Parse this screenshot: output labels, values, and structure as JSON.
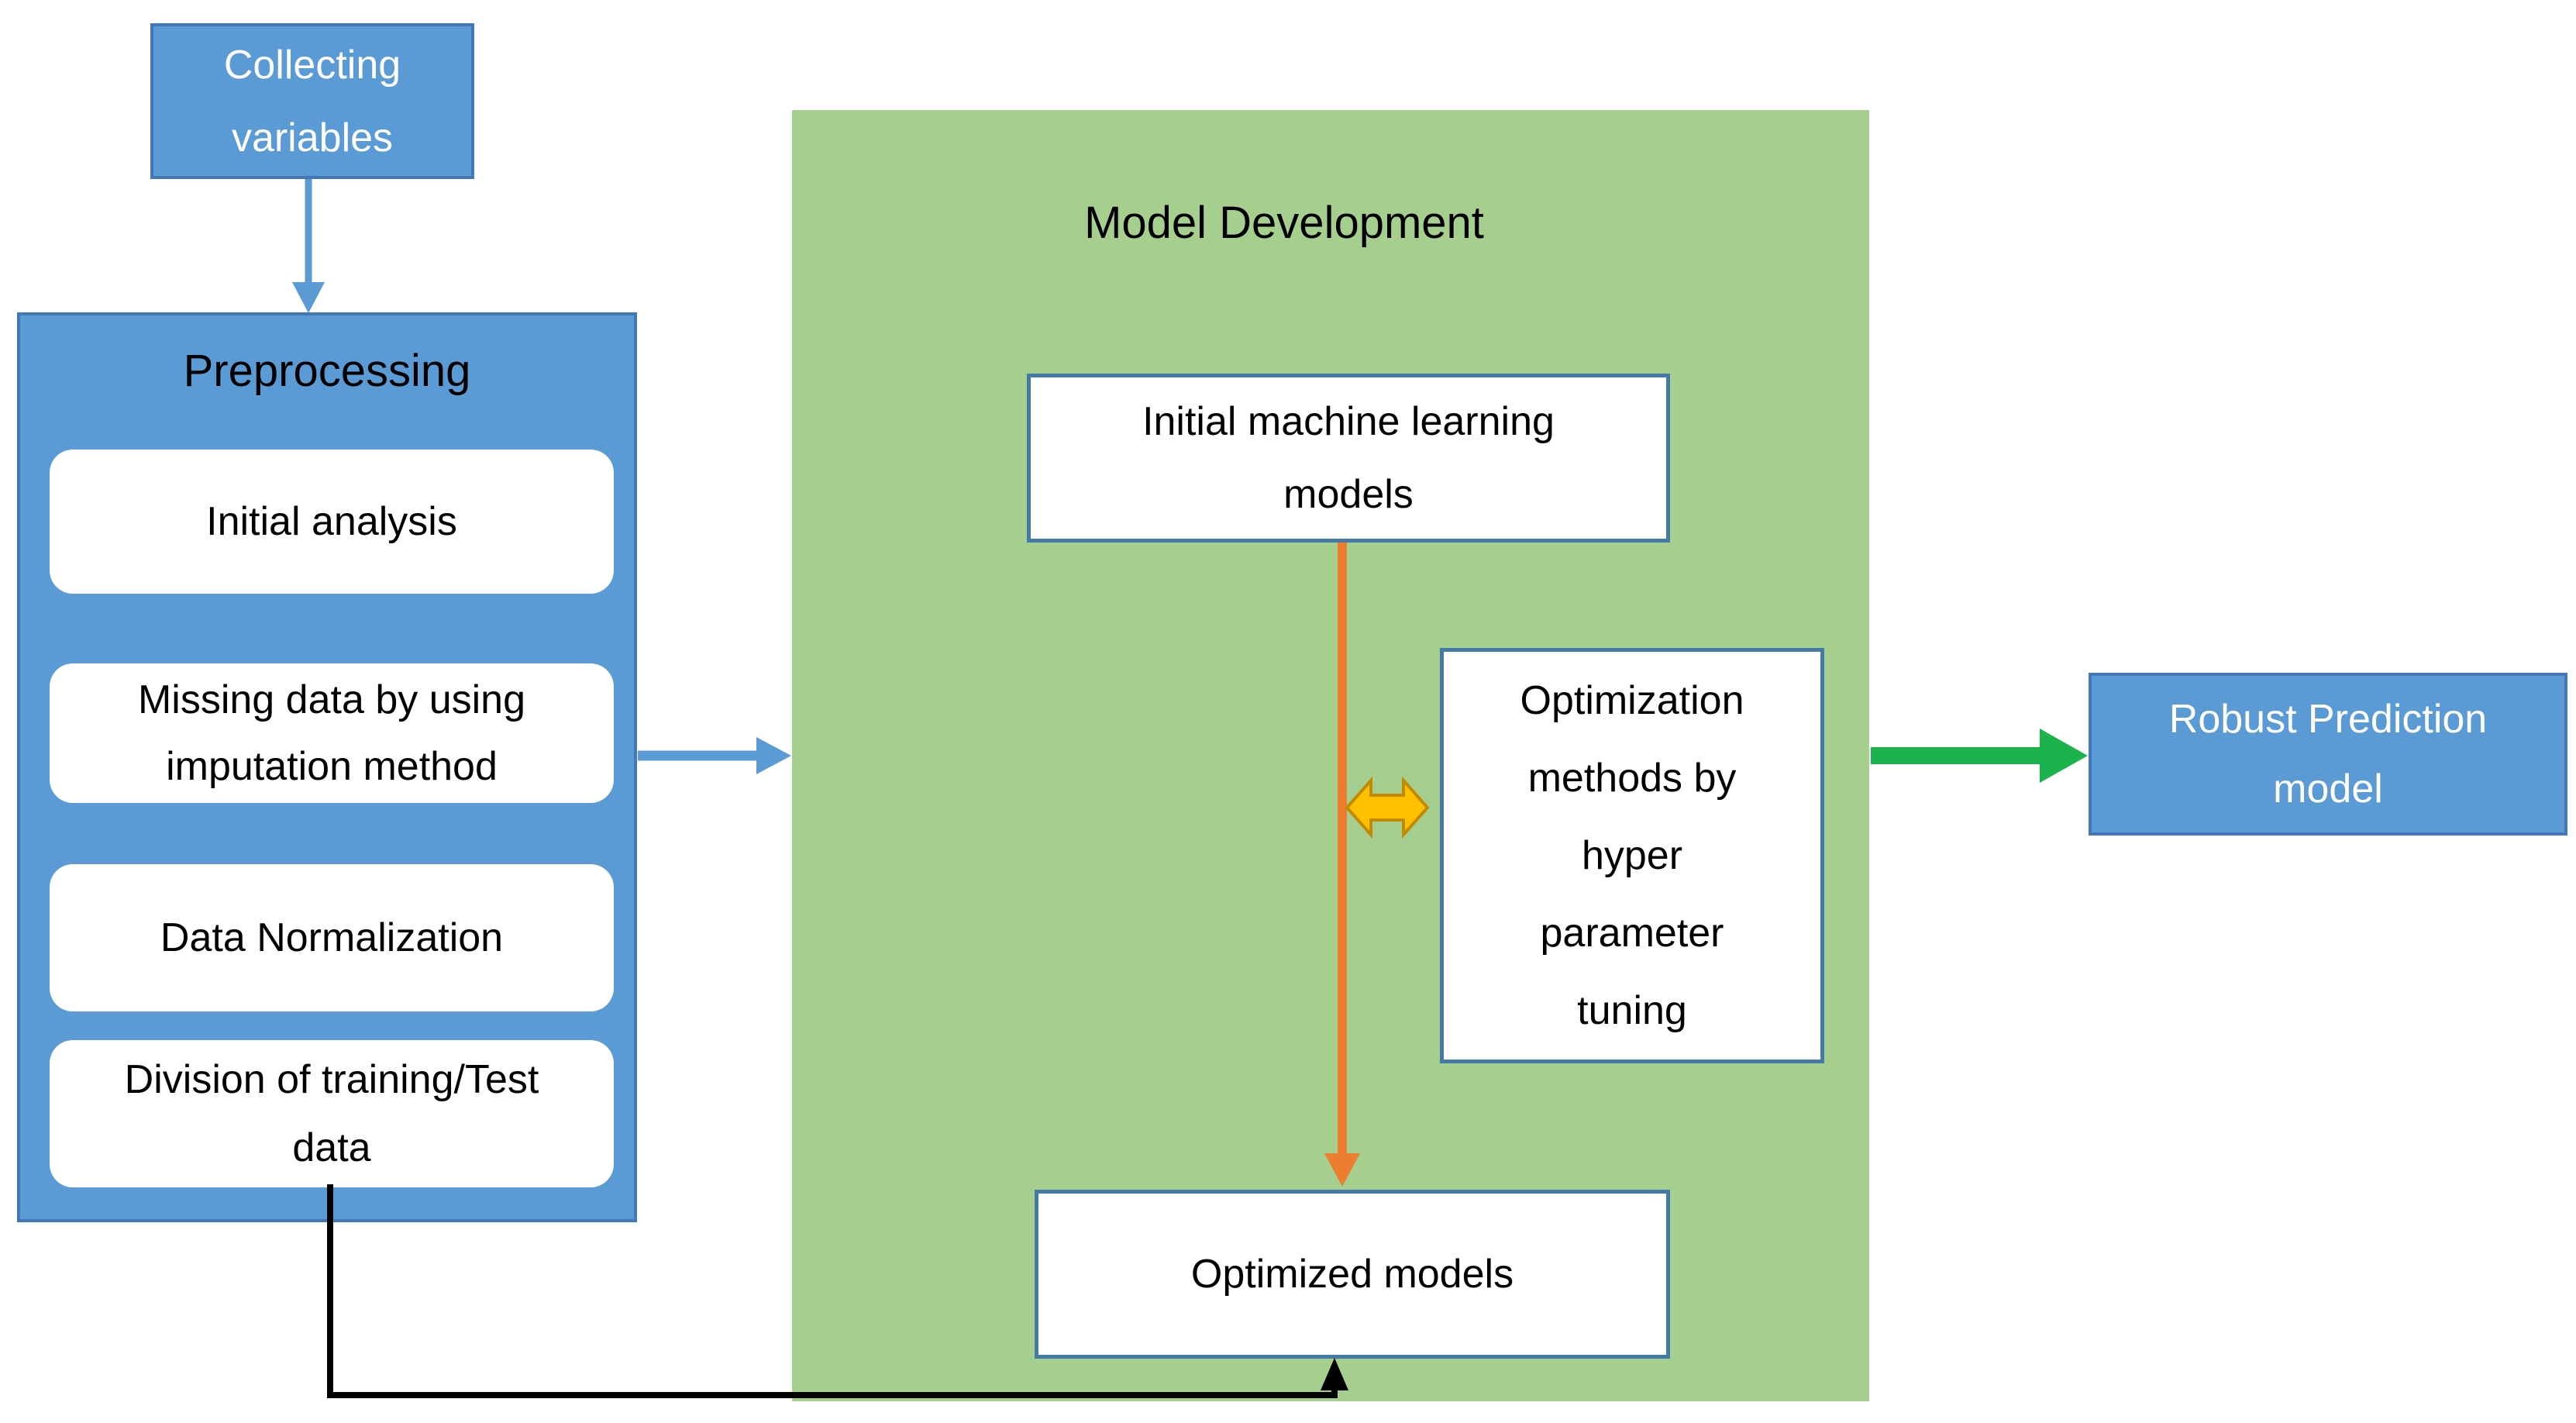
{
  "colors": {
    "blue": "#5B9BD5",
    "blue_border": "#4377B6",
    "green_panel": "#A6CE8E",
    "box_border": "#4579A8",
    "orange": "#ED7D31",
    "yellow": "#FFC000",
    "yellow_border": "#C28A00",
    "green_arrow": "#1CB24C",
    "black": "#000000"
  },
  "collecting_box": {
    "lines": [
      "Collecting",
      "variables"
    ]
  },
  "preprocessing": {
    "title": "Preprocessing",
    "steps": [
      {
        "lines": [
          "Initial analysis"
        ]
      },
      {
        "lines": [
          "Missing data by using",
          "imputation method"
        ]
      },
      {
        "lines": [
          "Data Normalization"
        ]
      },
      {
        "lines": [
          "Division of training/Test",
          "data"
        ]
      }
    ]
  },
  "model_development": {
    "title": "Model Development",
    "initial_models_box": {
      "lines": [
        "Initial machine learning",
        "models"
      ]
    },
    "optimization_box": {
      "lines": [
        "Optimization",
        "methods by",
        "hyper",
        "parameter",
        "tuning"
      ]
    },
    "optimized_box": {
      "lines": [
        "Optimized models"
      ]
    }
  },
  "robust_box": {
    "lines": [
      "Robust Prediction",
      "model"
    ]
  },
  "arrows": [
    {
      "name": "collecting-to-preprocessing",
      "color": "#5B9BD5",
      "direction": "down"
    },
    {
      "name": "preprocessing-to-model-development",
      "color": "#5B9BD5",
      "direction": "right"
    },
    {
      "name": "initial-models-to-optimized-models",
      "color": "#ED7D31",
      "direction": "down"
    },
    {
      "name": "optimization-bidirectional-link",
      "color": "#FFC000",
      "direction": "left-right"
    },
    {
      "name": "model-development-to-robust-model",
      "color": "#1CB24C",
      "direction": "right"
    },
    {
      "name": "division-data-to-optimized-models",
      "color": "#000000",
      "direction": "elbow-up"
    }
  ]
}
